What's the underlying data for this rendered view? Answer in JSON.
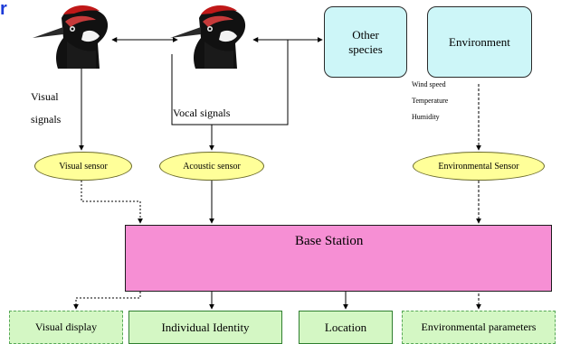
{
  "header_fragment": "r",
  "top_boxes": {
    "other_species": [
      "Other",
      "species"
    ],
    "environment": "Environment"
  },
  "signal_labels": {
    "visual": [
      "Visual",
      "signals"
    ],
    "vocal": "Vocal signals"
  },
  "environment_factors": [
    "Wind speed",
    "Temperature",
    "Humidity"
  ],
  "sensors": {
    "visual": "Visual sensor",
    "acoustic": "Acoustic sensor",
    "environmental": "Environmental Sensor"
  },
  "base_station": "Base Station",
  "outputs": {
    "visual_display": "Visual display",
    "individual_identity": "Individual Identity",
    "location": "Location",
    "environmental_parameters": "Environmental parameters"
  },
  "colors": {
    "header": "#1c3bd8",
    "cyan_box": "#cdf6f8",
    "sensor": "#ffff99",
    "base_station": "#f68fd4",
    "output": "#d4f7c4"
  }
}
